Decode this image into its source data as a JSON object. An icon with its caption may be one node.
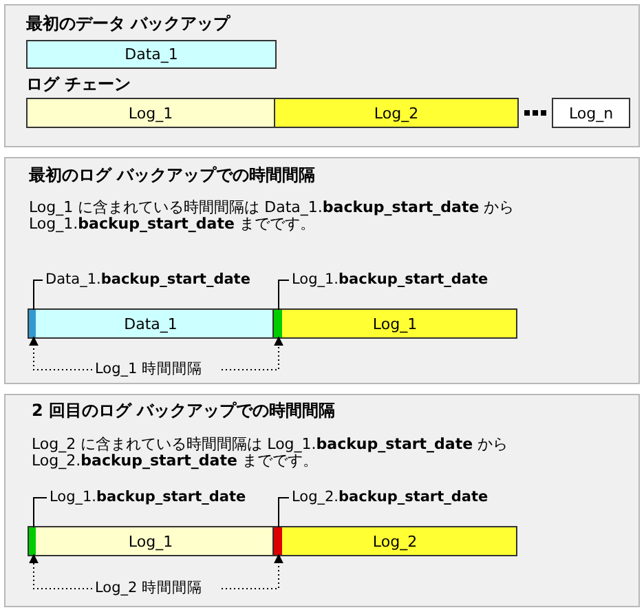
{
  "diagram": {
    "nodes": [
      {
        "text": [
          "最初のデータ バックアップ",
          "ログ チェーン"
        ]
      },
      {
        "text": [
          "Data_1"
        ],
        "in": 0
      },
      {
        "text": [
          "Log_1"
        ],
        "in": 0
      },
      {
        "text": [
          "Log_2"
        ],
        "in": 0
      },
      {
        "text": [
          "Log_n"
        ],
        "in": 0
      },
      {
        "text": [
          "最初のログ バックアップでの時間間隔",
          "Log_1 に含まれている時間間隔は Data_1.**backup_start_date** から Log_1.**backup_start_date** までです。"
        ]
      },
      {
        "text": [
          "Data_1"
        ],
        "in": 5
      },
      {
        "text": [
          "Log_1"
        ],
        "in": 5
      },
      {
        "text": [],
        "shape": "bar",
        "in": 6
      },
      {
        "text": [],
        "shape": "bar",
        "in": 7
      },
      {
        "text": [
          "Data_1.**backup_start_date**"
        ],
        "in": 5
      },
      {
        "text": [
          "Log_1.**backup_start_date**"
        ],
        "in": 5
      },
      {
        "text": [
          "Log_1 時間間隔"
        ],
        "in": 5
      },
      {
        "text": [
          "2 回目のログ バックアップでの時間間隔",
          "Log_2 に含まれている時間間隔は Log_1.**backup_start_date** から Log_2.**backup_start_date** までです。"
        ]
      },
      {
        "text": [
          "Log_1"
        ],
        "in": 13
      },
      {
        "text": [
          "Log_2"
        ],
        "in": 13
      },
      {
        "text": [],
        "shape": "bar",
        "in": 14
      },
      {
        "text": [],
        "shape": "bar",
        "in": 15
      },
      {
        "text": [
          "Log_1.**backup_start_date**"
        ],
        "in": 13
      },
      {
        "text": [
          "Log_2.**backup_start_date**"
        ],
        "in": 13
      },
      {
        "text": [
          "Log_2 時間間隔"
        ],
        "in": 13
      }
    ],
    "edges": [
      {
        "from": 10,
        "to": 8,
        "arrow": "none"
      },
      {
        "from": 11,
        "to": 9,
        "arrow": "none"
      },
      {
        "from": 12,
        "to": 8,
        "arrow": "to",
        "style": "dashed"
      },
      {
        "from": 12,
        "to": 9,
        "arrow": "to",
        "style": "dashed"
      },
      {
        "from": 18,
        "to": 16,
        "arrow": "none"
      },
      {
        "from": 19,
        "to": 17,
        "arrow": "none"
      },
      {
        "from": 20,
        "to": 16,
        "arrow": "to",
        "style": "dashed"
      },
      {
        "from": 20,
        "to": 17,
        "arrow": "to",
        "style": "dashed"
      }
    ]
  }
}
